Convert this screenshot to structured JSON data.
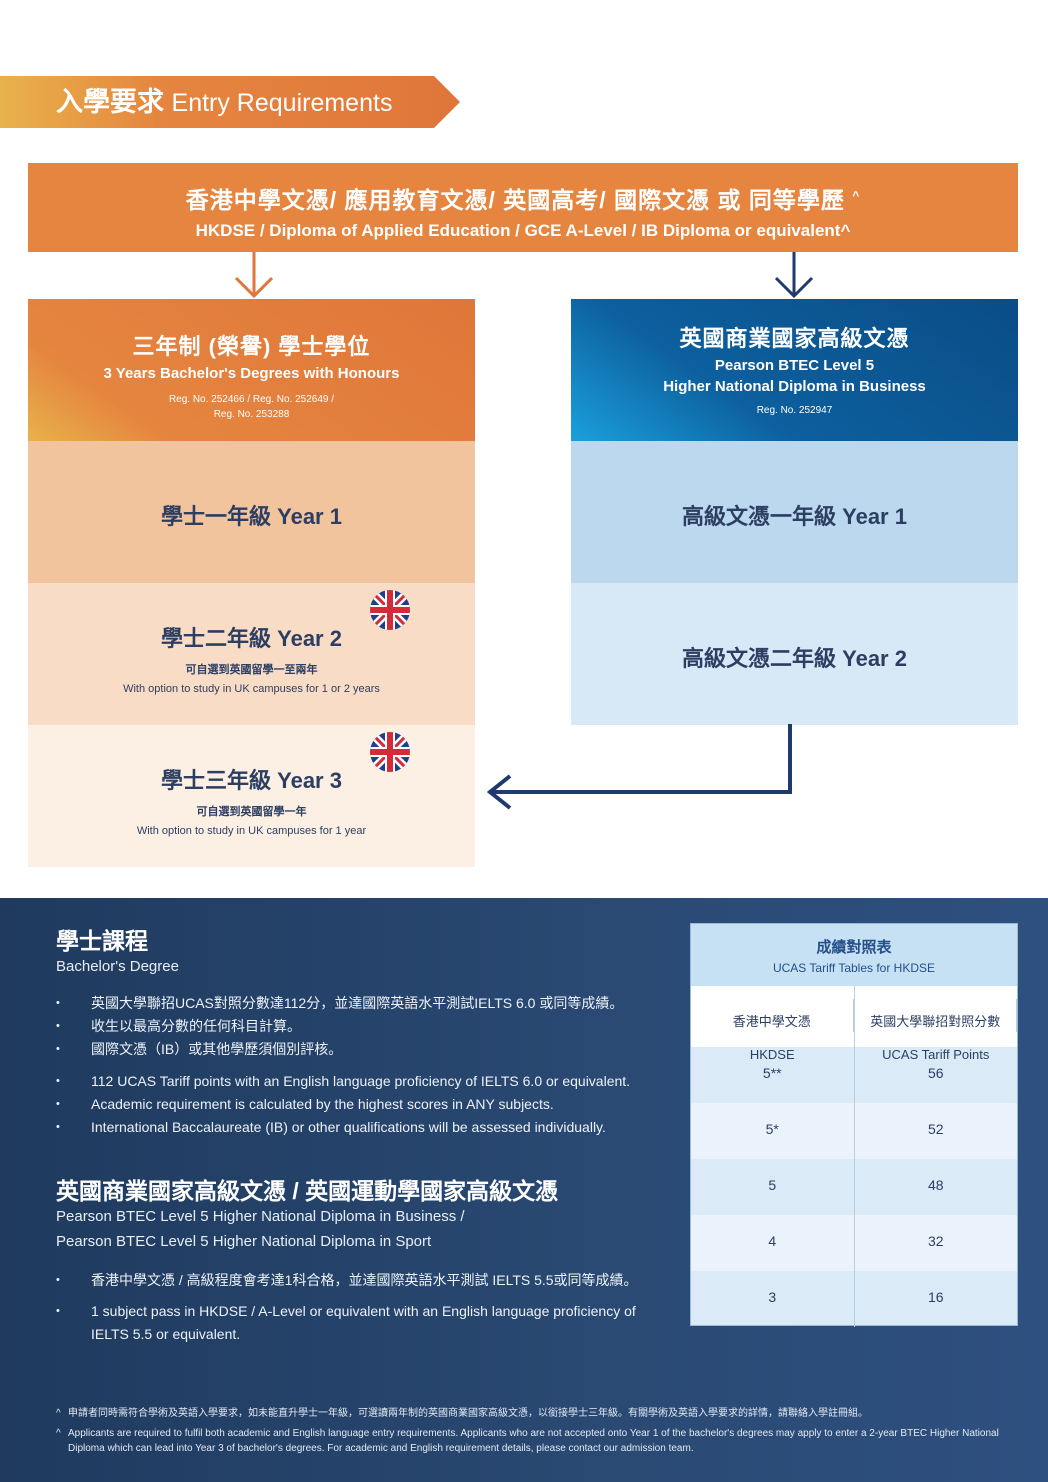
{
  "banner": {
    "zh": "入學要求",
    "en": "Entry Requirements"
  },
  "top": {
    "zh": "香港中學文憑/ 應用教育文憑/ 英國高考/ 國際文憑 或 同等學歷",
    "zh_mark": "^",
    "en": "HKDSE / Diploma of Applied Education / GCE A-Level / IB Diploma or equivalent^"
  },
  "left": {
    "title_zh": "三年制 (榮譽) 學士學位",
    "title_en": "3 Years Bachelor's Degrees with Honours",
    "reg_line1": "Reg. No. 252466 / Reg. No. 252649 /",
    "reg_line2": "Reg. No. 253288",
    "year1": "學士一年級 Year 1",
    "year2": "學士二年級 Year 2",
    "year2_note_zh": "可自選到英國留學一至兩年",
    "year2_note_en": "With option to study in UK campuses for 1 or 2 years",
    "year3": "學士三年級 Year 3",
    "year3_note_zh": "可自選到英國留學一年",
    "year3_note_en": "With option to study in UK campuses for 1 year"
  },
  "right": {
    "title_zh": "英國商業國家高級文憑",
    "title_en1": "Pearson BTEC Level 5",
    "title_en2": "Higher National Diploma in Business",
    "reg": "Reg. No. 252947",
    "year1": "高級文憑一年級 Year 1",
    "year2": "高級文憑二年級 Year 2"
  },
  "bachelor": {
    "title": "學士課程",
    "subtitle": "Bachelor's Degree",
    "bullets_zh": [
      "英國大學聯招UCAS對照分數達112分，並達國際英語水平測試IELTS 6.0 或同等成績。",
      "收生以最高分數的任何科目計算。",
      "國際文憑（IB）或其他學歷須個別評核。"
    ],
    "bullets_en": [
      "112 UCAS Tariff points with an English language proficiency of IELTS 6.0 or equivalent.",
      "Academic requirement is calculated by the highest scores in ANY subjects.",
      "International Baccalaureate (IB) or other qualifications will be assessed individually."
    ]
  },
  "hnd": {
    "title": "英國商業國家高級文憑 / 英國運動學國家高級文憑",
    "subtitle1": "Pearson BTEC Level 5 Higher National Diploma in Business /",
    "subtitle2": "Pearson BTEC Level 5 Higher National Diploma in Sport",
    "bullets": [
      "香港中學文憑 / 高級程度會考達1科合格，並達國際英語水平測試 IELTS 5.5或同等成績。",
      "1 subject pass in HKDSE / A-Level or equivalent with an English language proficiency of IELTS 5.5 or equivalent."
    ]
  },
  "table": {
    "title_zh": "成績對照表",
    "title_en": "UCAS Tariff Tables for HKDSE",
    "col1_zh": "香港中學文憑",
    "col1_en": "HKDSE",
    "col2_zh": "英國大學聯招對照分數",
    "col2_en": "UCAS Tariff Points",
    "rows": [
      {
        "grade": "5**",
        "points": "56"
      },
      {
        "grade": "5*",
        "points": "52"
      },
      {
        "grade": "5",
        "points": "48"
      },
      {
        "grade": "4",
        "points": "32"
      },
      {
        "grade": "3",
        "points": "16"
      }
    ]
  },
  "notes": {
    "zh": "申請者同時需符合學術及英語入學要求，如未能直升學士一年級，可選讀兩年制的英國商業國家高級文憑，以銜接學士三年級。有關學術及英語入學要求的詳情，請聯絡入學註冊組。",
    "en": "Applicants are required to fulfil both academic and English language entry requirements. Applicants who are not accepted onto Year 1 of the bachelor's degrees may apply to enter a 2-year BTEC Higher National Diploma which can lead into Year 3 of bachelor's degrees. For academic and English requirement details, please contact our admission team.",
    "mark": "^"
  },
  "colors": {
    "orange": "#e5853f",
    "navy": "#0a4d86",
    "dark": "#1f3a5e"
  }
}
